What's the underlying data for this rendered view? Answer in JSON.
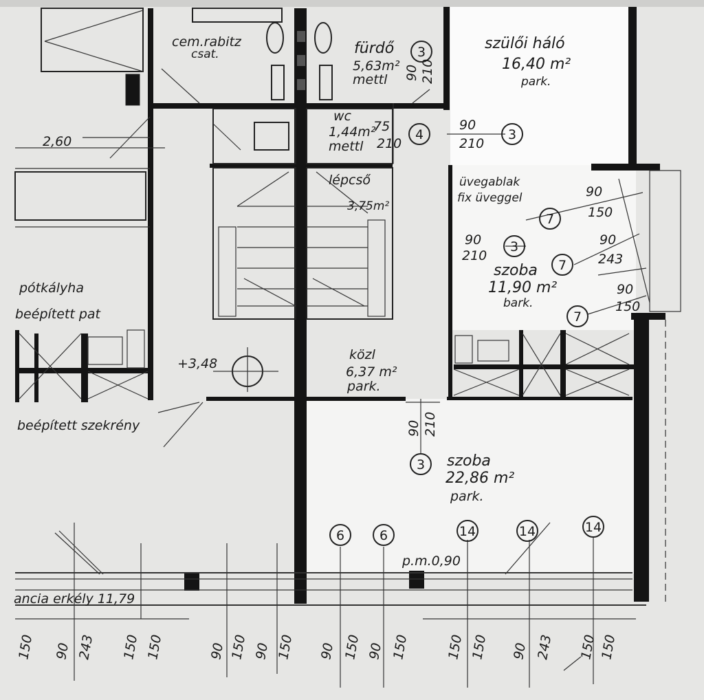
{
  "rooms": {
    "cem": {
      "line1": "cem.rabitz",
      "line2": "csat."
    },
    "furdo": {
      "name": "fürdő",
      "area": "5,63m²",
      "floor": "mettl"
    },
    "szuloi": {
      "name": "szülői háló",
      "area": "16,40 m²",
      "floor": "park."
    },
    "wc": {
      "name": "wc",
      "area": "1,44m²",
      "floor": "mettl"
    },
    "lepcso": {
      "name": "lépcső",
      "area": "3,75m²"
    },
    "szoba1": {
      "name": "szoba",
      "area": "11,90 m²",
      "floor": "bark."
    },
    "kozl": {
      "name": "közl",
      "area": "6,37 m²",
      "floor": "park."
    },
    "szoba2": {
      "name": "szoba",
      "area": "22,86 m²",
      "floor": "park."
    }
  },
  "notes": {
    "level_260": "2,60",
    "glass_1": "üvegablak",
    "glass_2": "fix üveggel",
    "potkalyha": "pótkályha",
    "beepitett_pat": "beépített pat",
    "level_348": "+3,48",
    "szekreny": "beépített szekrény",
    "pm": "p.m.0,90",
    "erkely": "ancia erkély 11,79"
  },
  "door_marks": [
    {
      "id": "3",
      "w": "90",
      "h": "210"
    },
    {
      "id": "4",
      "w": "75",
      "h": "210"
    },
    {
      "id": "3",
      "w": "90",
      "h": "210"
    },
    {
      "id": "7",
      "w": "90",
      "h": "150"
    },
    {
      "id": "3",
      "w": "90",
      "h": "210"
    },
    {
      "id": "7",
      "w": "90",
      "h": "243"
    },
    {
      "id": "7",
      "w": "90",
      "h": "150"
    },
    {
      "id": "3",
      "w": "90",
      "h": "210"
    }
  ],
  "window_marks": [
    "6",
    "6",
    "14",
    "14",
    "14"
  ],
  "bottom_dims": [
    "150",
    "90",
    "243",
    "150",
    "150",
    "90",
    "150",
    "90",
    "150",
    "90",
    "150",
    "90",
    "150",
    "150",
    "150",
    "90",
    "243",
    "150",
    "150"
  ]
}
